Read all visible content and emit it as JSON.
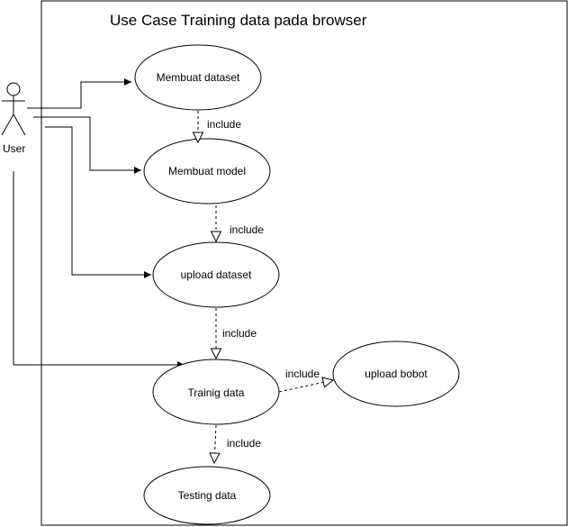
{
  "diagram": {
    "title": "Use Case Training data pada browser",
    "actor": {
      "name": "User",
      "icon": "stick-figure-icon"
    },
    "use_cases": [
      {
        "id": "uc1",
        "label": "Membuat dataset"
      },
      {
        "id": "uc2",
        "label": "Membuat model"
      },
      {
        "id": "uc3",
        "label": "upload dataset"
      },
      {
        "id": "uc4",
        "label": "Trainig data"
      },
      {
        "id": "uc5",
        "label": "upload bobot"
      },
      {
        "id": "uc6",
        "label": "Testing data"
      }
    ],
    "include_labels": [
      "include",
      "include",
      "include",
      "include",
      "include"
    ],
    "colors": {
      "stroke": "#000000",
      "fill": "#ffffff"
    }
  }
}
